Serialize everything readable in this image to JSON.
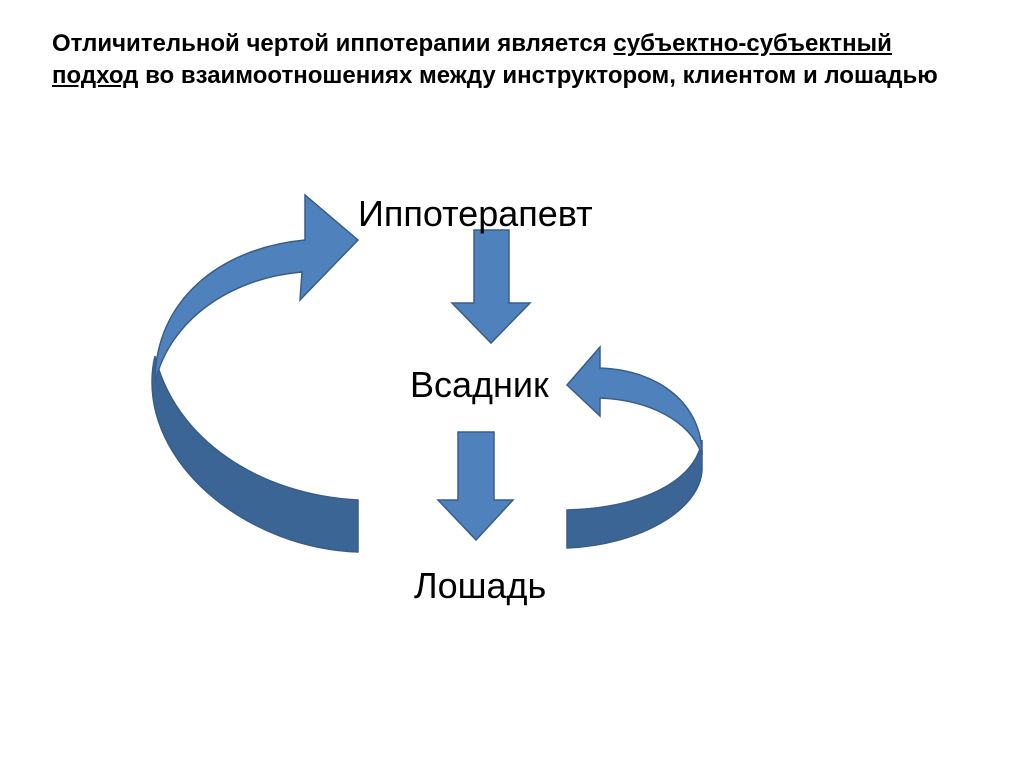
{
  "title": {
    "part1": "Отличительной чертой иппотерапии является ",
    "underlined": "субъектно-субъектный подход",
    "part2": " во взаимоотношениях между инструктором, клиентом и лошадью"
  },
  "nodes": {
    "therapist": "Иппотерапевт",
    "rider": "Всадник",
    "horse": "Лошадь"
  },
  "colors": {
    "arrow_fill": "#4f81bd",
    "arrow_shadow": "#3a6594",
    "arrow_stroke": "#385d8a"
  }
}
